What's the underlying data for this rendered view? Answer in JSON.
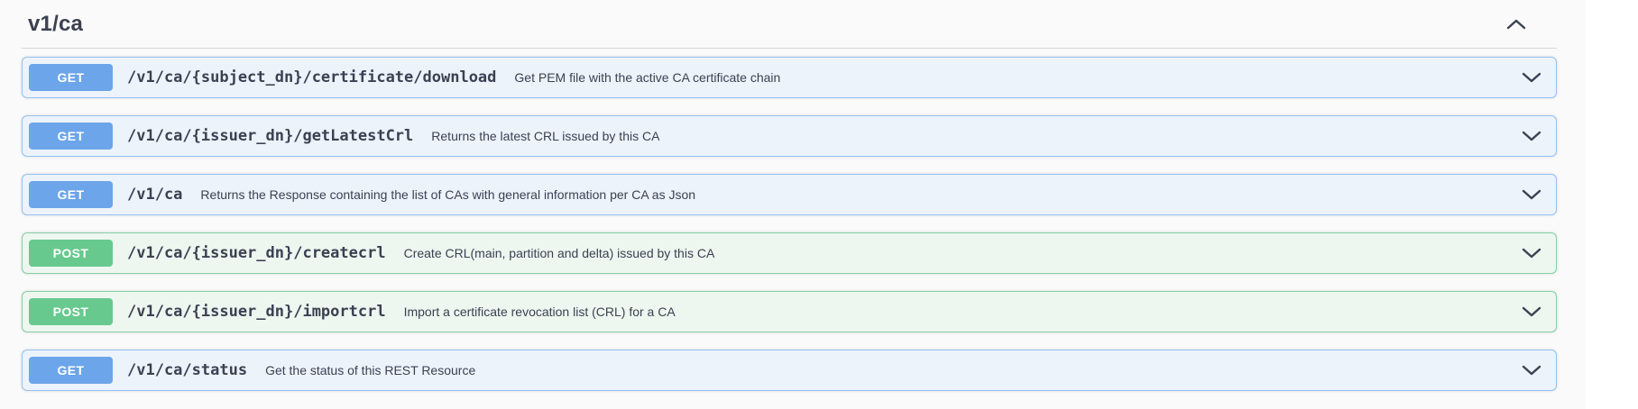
{
  "colors": {
    "container_bg": "#fafafa",
    "text": "#3b4151",
    "get_badge": "#6ca5e9",
    "get_bg": "#ecf3fb",
    "get_border": "#97c1f2",
    "post_badge": "#67c98e",
    "post_bg": "#edf7f0",
    "post_border": "#85cfa5"
  },
  "section": {
    "title": "v1/ca",
    "collapse_icon": "chevron-up-icon",
    "row_expand_icon": "chevron-down-icon"
  },
  "endpoints": [
    {
      "method": "GET",
      "path": "/v1/ca/{subject_dn}/certificate/download",
      "description": "Get PEM file with the active CA certificate chain"
    },
    {
      "method": "GET",
      "path": "/v1/ca/{issuer_dn}/getLatestCrl",
      "description": "Returns the latest CRL issued by this CA"
    },
    {
      "method": "GET",
      "path": "/v1/ca",
      "description": "Returns the Response containing the list of CAs with general information per CA as Json"
    },
    {
      "method": "POST",
      "path": "/v1/ca/{issuer_dn}/createcrl",
      "description": "Create CRL(main, partition and delta) issued by this CA"
    },
    {
      "method": "POST",
      "path": "/v1/ca/{issuer_dn}/importcrl",
      "description": "Import a certificate revocation list (CRL) for a CA"
    },
    {
      "method": "GET",
      "path": "/v1/ca/status",
      "description": "Get the status of this REST Resource"
    }
  ]
}
